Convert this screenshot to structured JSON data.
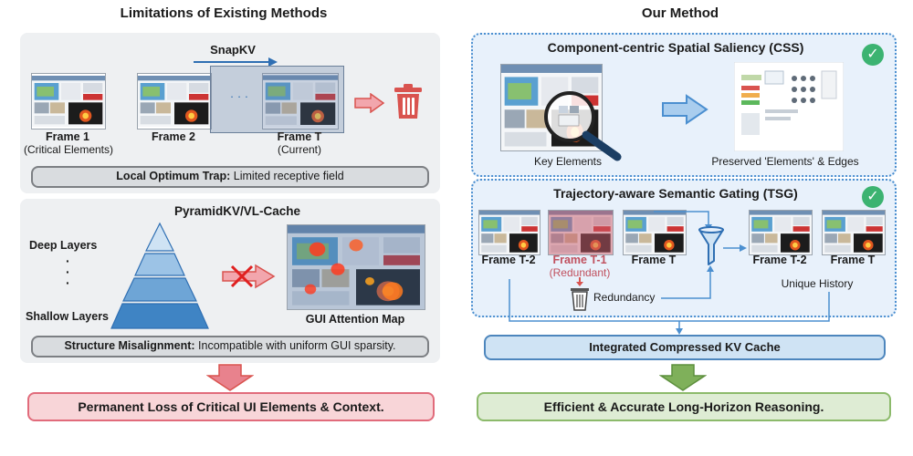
{
  "left": {
    "title": "Limitations of Existing Methods",
    "snapkv": {
      "title": "SnapKV",
      "frame1_label": "Frame 1",
      "frame1_sub": "(Critical Elements)",
      "frame2_label": "Frame 2",
      "frameT_label": "Frame T",
      "frameT_sub": "(Current)",
      "ellipsis": "· · ·",
      "trap_bold": "Local Optimum Trap:",
      "trap_text": " Limited receptive field"
    },
    "pyramid": {
      "title": "PyramidKV/VL-Cache",
      "deep": "Deep Layers",
      "dots": "·\n·\n·",
      "shallow": "Shallow Layers",
      "map_label": "GUI Attention Map",
      "mis_bold": "Structure Misalignment:",
      "mis_text": " Incompatible with uniform GUI sparsity."
    },
    "result": "Permanent Loss of Critical UI Elements & Context."
  },
  "right": {
    "title": "Our Method",
    "css": {
      "title": "Component-centric Spatial Saliency (CSS)",
      "key_elements": "Key Elements",
      "preserved": "Preserved 'Elements' & Edges"
    },
    "tsg": {
      "title": "Trajectory-aware Semantic Gating (TSG)",
      "t2": "Frame T-2",
      "t1": "Frame T-1",
      "t1_sub": "(Redundant)",
      "t": "Frame T",
      "out_t2": "Frame T-2",
      "out_t": "Frame T",
      "redundancy": "Redundancy",
      "unique": "Unique History"
    },
    "kv_cache": "Integrated Compressed KV Cache",
    "result": "Efficient & Accurate Long-Horizon Reasoning."
  },
  "colors": {
    "accent_blue": "#2f6fb3",
    "red": "#d9534f",
    "green": "#3cb371"
  },
  "icons": [
    "trash-icon",
    "right-arrow-icon",
    "magnifier-icon",
    "check-icon",
    "funnel-icon",
    "down-arrow-icon"
  ]
}
